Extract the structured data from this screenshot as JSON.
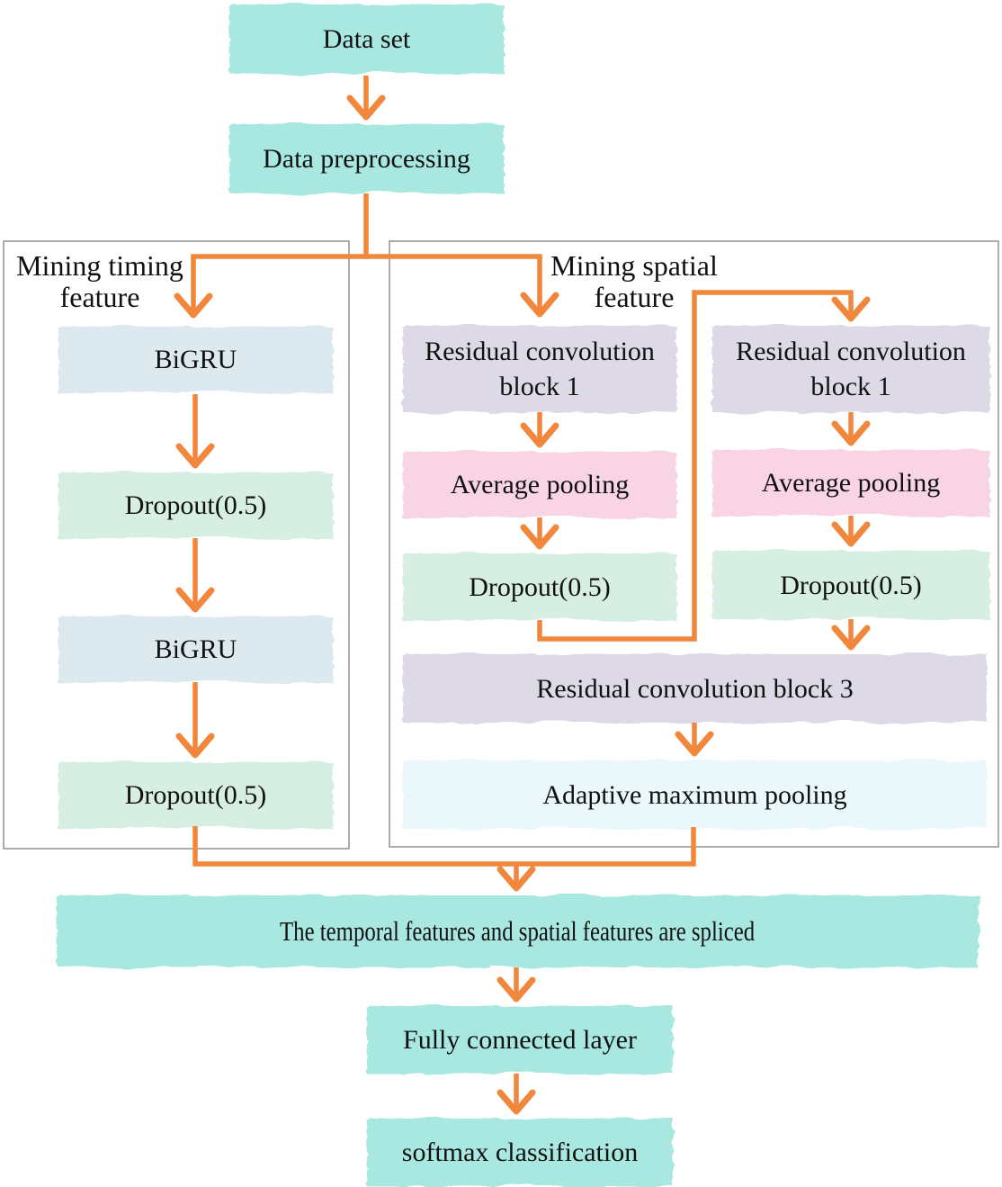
{
  "colors": {
    "cyan": "#a8e8e1",
    "blue": "#dceaf0",
    "green": "#d7efe2",
    "lavender": "#ded9e6",
    "pink": "#f8d4e5",
    "azure": "#eaf7fb",
    "arrow": "#f0873c",
    "group_border": "#ababab",
    "text": "#111111"
  },
  "nodes": {
    "data_set": {
      "label": "Data set"
    },
    "data_preprocessing": {
      "label": "Data preprocessing"
    },
    "bigru_1": {
      "label": "BiGRU"
    },
    "dropout_t1": {
      "label": "Dropout(0.5)"
    },
    "bigru_2": {
      "label": "BiGRU"
    },
    "dropout_t2": {
      "label": "Dropout(0.5)"
    },
    "res_block_a1": {
      "label": "Residual convolution block 1"
    },
    "avg_pool_a": {
      "label": "Average pooling"
    },
    "dropout_a": {
      "label": "Dropout(0.5)"
    },
    "res_block_b1": {
      "label": "Residual convolution block 1"
    },
    "avg_pool_b": {
      "label": "Average pooling"
    },
    "dropout_b": {
      "label": "Dropout(0.5)"
    },
    "res_block_3": {
      "label": "Residual convolution block 3"
    },
    "adaptive_pool": {
      "label": "Adaptive maximum pooling"
    },
    "spliced": {
      "label": "The temporal features and spatial features are spliced"
    },
    "fully_connected": {
      "label": "Fully connected layer"
    },
    "softmax": {
      "label": "softmax classification"
    }
  },
  "groups": {
    "timing": {
      "label": "Mining timing feature"
    },
    "spatial": {
      "label": "Mining spatial feature"
    }
  }
}
